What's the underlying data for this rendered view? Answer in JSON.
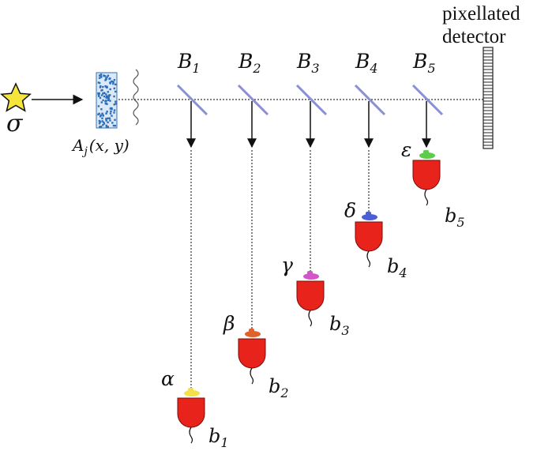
{
  "source": {
    "symbol": "σ",
    "color": "#f4e43c"
  },
  "mask": {
    "label": "A",
    "sub": "j",
    "args": "(x, y)",
    "color": "#2f6fb8"
  },
  "detector": {
    "line1": "pixellated",
    "line2": "detector"
  },
  "splitters": [
    {
      "name": "B",
      "sub": "1"
    },
    {
      "name": "B",
      "sub": "2"
    },
    {
      "name": "B",
      "sub": "3"
    },
    {
      "name": "B",
      "sub": "4"
    },
    {
      "name": "B",
      "sub": "5"
    }
  ],
  "detectors": [
    {
      "symbol": "α",
      "bucket": "b",
      "sub": "1",
      "filter_color": "#f2e14a"
    },
    {
      "symbol": "β",
      "bucket": "b",
      "sub": "2",
      "filter_color": "#e0612a"
    },
    {
      "symbol": "γ",
      "bucket": "b",
      "sub": "3",
      "filter_color": "#d455c9"
    },
    {
      "symbol": "δ",
      "bucket": "b",
      "sub": "4",
      "filter_color": "#4a5fd6"
    },
    {
      "symbol": "ε",
      "bucket": "b",
      "sub": "5",
      "filter_color": "#5ccc4a"
    }
  ],
  "colors": {
    "bucket": "#e8231c",
    "splitter": "#8b8fd6",
    "line": "#222222"
  }
}
